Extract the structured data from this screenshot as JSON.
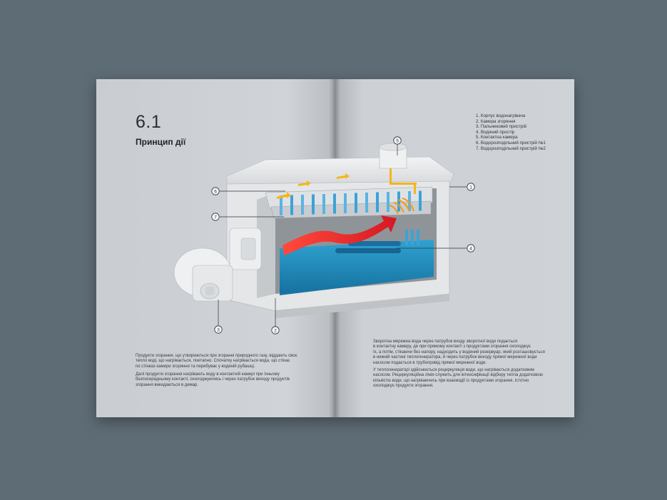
{
  "section": {
    "number": "6.1",
    "title": "Принцип дії"
  },
  "legend": [
    "1. Корпус водонагрівача",
    "2. Камера згоряння",
    "3. Пальниковий пристрій",
    "4. Водяний простір",
    "5. Контактна камера",
    "6. Водорозподільний пристрій №1",
    "7. Водорозподільний пристрій №2"
  ],
  "callouts": [
    "1",
    "2",
    "3",
    "4",
    "5",
    "6",
    "7"
  ],
  "left_text": [
    "Продукти згорання, що утворюються при згоранні природного газу, віддають своє",
    "тепло воді, що нагрівається, поетапно. Спочатку нагрівається вода, що стікає",
    "по стінках камери згоряння та перебуває у водяній рубашці.",
    "Далі продукти згорання нагрівають воду в контактній камері при їхньому",
    "безпосередньому контакті, охолоджуючись і через патрубок виходу продуктів",
    "згорання викидаються в димар."
  ],
  "right_text": [
    "Зворотна мережна вода через патрубок входу зворотної води подається",
    "в контактну камеру, де при прямому контакті з продуктами згорання охолоджує",
    "їх, а потім, стікаючи без напору, надходить у водяний резервуар, який розташовується",
    "в нижній частині теплогенератора, й через патрубок виходу прямої мережної води",
    "насосом подається в трубопровід прямої мережної води.",
    "У теплогенераторі здійснюється рециркуляція води, що нагрівається додатковим",
    "насосом. Рециркуляційна лінія служить для інтенсифікації відбору тепла додатковою",
    "кількістю води, що нагріваючись при взаємодії із продуктами згорання, істотно",
    "охолоджує продукти згорання."
  ],
  "colors": {
    "background": "#5e6c75",
    "water": "#1e8fc0",
    "flame": "#e8252b",
    "flow_arrow": "#f4b61a",
    "cold_arrow": "#3aa3d8"
  }
}
